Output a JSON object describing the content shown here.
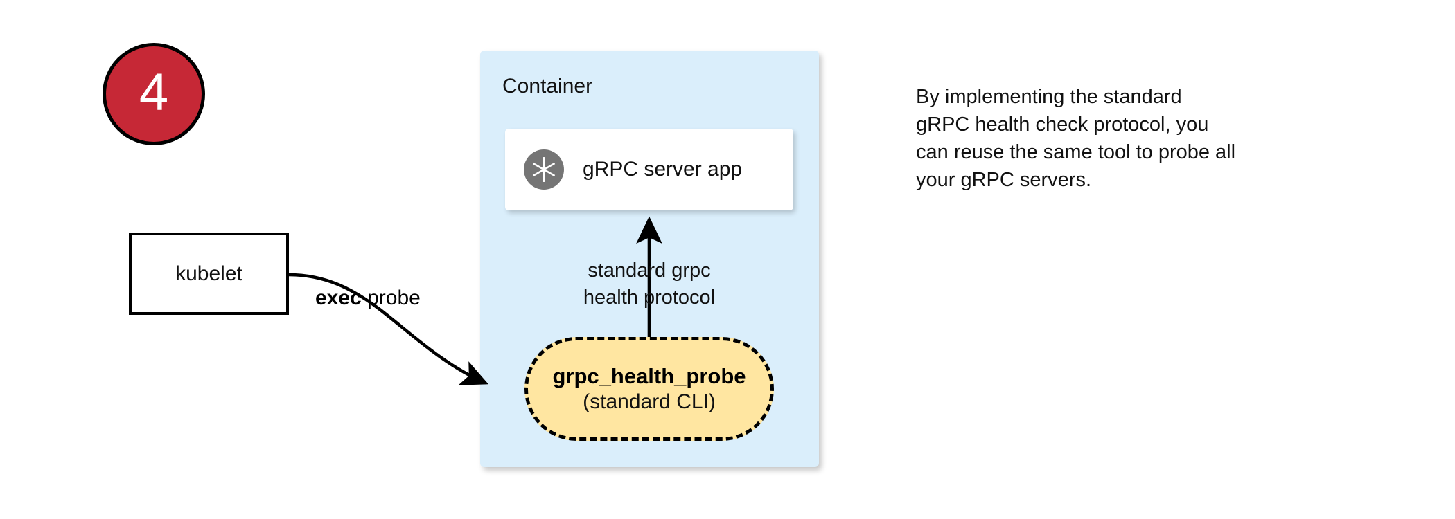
{
  "step": {
    "number": "4",
    "badge_color": "#C62836",
    "icon": "numbered-step-circle"
  },
  "container": {
    "title": "Container",
    "fill_color": "#DAEEFB"
  },
  "grpc_server": {
    "label": "gRPC server app",
    "icon": "grpc-aperture-icon",
    "icon_color": "#757575",
    "fill_color": "#FFFFFF"
  },
  "kubelet": {
    "label": "kubelet",
    "fill_color": "#FFFFFF",
    "border_color": "#000000"
  },
  "probe_tool": {
    "name": "grpc_health_probe",
    "subtitle": "(standard CLI)",
    "fill_color": "#FFE6A1",
    "border_style": "dashed"
  },
  "edges": {
    "exec_probe": {
      "label_bold": "exec",
      "label_rest": " probe",
      "from": "kubelet",
      "to": "grpc_health_probe"
    },
    "health_protocol": {
      "line1": "standard grpc",
      "line2": "health protocol",
      "from": "grpc_health_probe",
      "to": "gRPC server app"
    }
  },
  "note": {
    "line1": "By implementing the standard",
    "line2": "gRPC health check protocol, you",
    "line3": "can reuse the same tool to probe all",
    "line4": "your gRPC servers."
  }
}
